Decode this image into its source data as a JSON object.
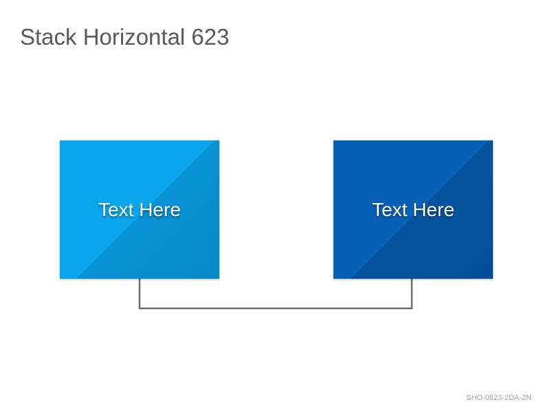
{
  "slide": {
    "title": "Stack Horizontal 623",
    "footer_code": "SHO-0623-2DA-2N"
  },
  "boxes": [
    {
      "label": "Text Here",
      "color": "#0aa6ec"
    },
    {
      "label": "Text Here",
      "color": "#0661b5"
    }
  ],
  "connector": {
    "color": "#6b6b6b"
  }
}
